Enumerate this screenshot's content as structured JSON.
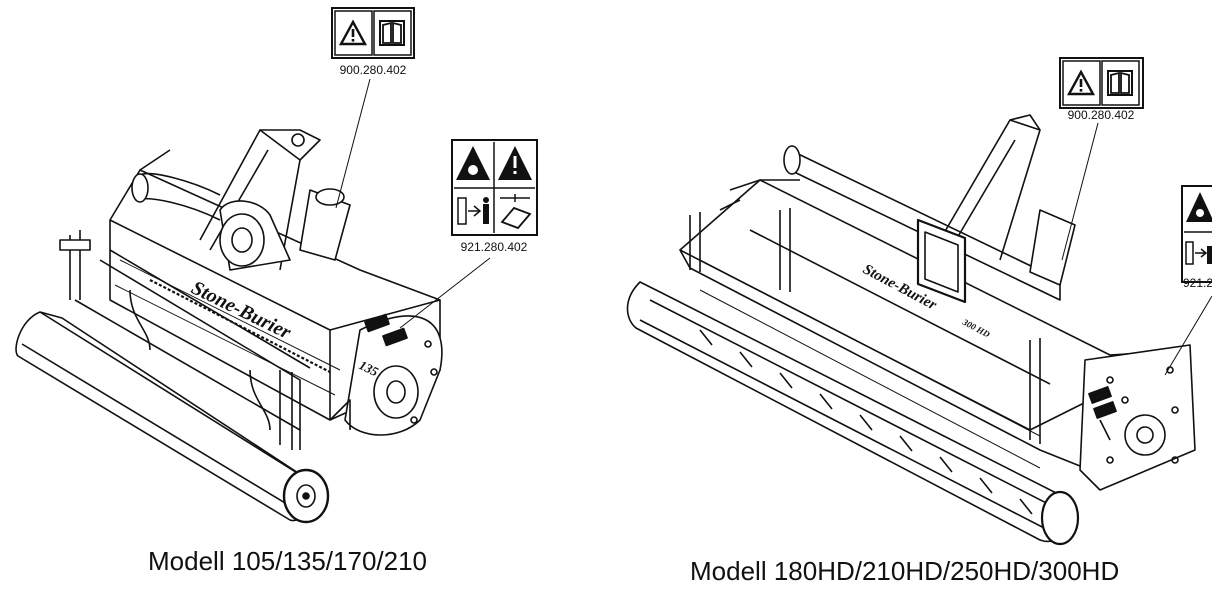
{
  "figure": {
    "left": {
      "caption": "Modell 105/135/170/210",
      "brand_text": "Stone-Burier",
      "model_number": "135",
      "decals": [
        {
          "code": "900.280.402",
          "icons": [
            "warning-triangle-icon",
            "manual-book-icon"
          ]
        },
        {
          "code": "921.280.402",
          "icons": [
            "rotor-hazard-icon",
            "warning-triangle-icon",
            "keep-distance-icon",
            "maintenance-manual-icon"
          ]
        }
      ]
    },
    "right": {
      "caption": "Modell 180HD/210HD/250HD/300HD",
      "brand_text": "Stone-Burier",
      "model_number": "300 HD",
      "decals": [
        {
          "code": "900.280.402",
          "icons": [
            "warning-triangle-icon",
            "manual-book-icon"
          ]
        },
        {
          "code": "921.2",
          "icons": [
            "rotor-hazard-icon",
            "keep-distance-icon"
          ]
        }
      ]
    }
  }
}
